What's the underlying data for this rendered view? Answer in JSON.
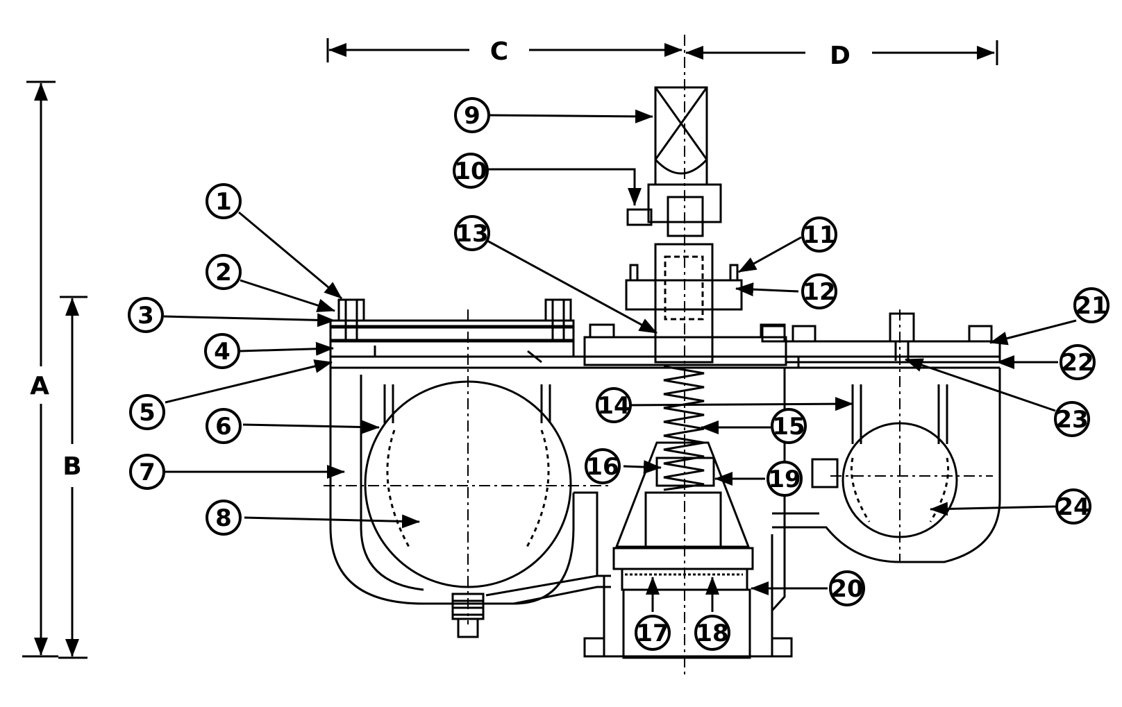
{
  "dimensions": [
    {
      "id": "A",
      "label": "A"
    },
    {
      "id": "B",
      "label": "B"
    },
    {
      "id": "C",
      "label": "C"
    },
    {
      "id": "D",
      "label": "D"
    }
  ],
  "callouts": [
    {
      "id": "c1",
      "label": "1"
    },
    {
      "id": "c2",
      "label": "2"
    },
    {
      "id": "c3",
      "label": "3"
    },
    {
      "id": "c4",
      "label": "4"
    },
    {
      "id": "c5",
      "label": "5"
    },
    {
      "id": "c6",
      "label": "6"
    },
    {
      "id": "c7",
      "label": "7"
    },
    {
      "id": "c8",
      "label": "8"
    },
    {
      "id": "c9",
      "label": "9"
    },
    {
      "id": "c10",
      "label": "10"
    },
    {
      "id": "c11",
      "label": "11"
    },
    {
      "id": "c12",
      "label": "12"
    },
    {
      "id": "c13",
      "label": "13"
    },
    {
      "id": "c14",
      "label": "14"
    },
    {
      "id": "c15",
      "label": "15"
    },
    {
      "id": "c16",
      "label": "16"
    },
    {
      "id": "c17",
      "label": "17"
    },
    {
      "id": "c18",
      "label": "18"
    },
    {
      "id": "c19",
      "label": "19"
    },
    {
      "id": "c20",
      "label": "20"
    },
    {
      "id": "c21",
      "label": "21"
    },
    {
      "id": "c22",
      "label": "22"
    },
    {
      "id": "c23",
      "label": "23"
    },
    {
      "id": "c24",
      "label": "24"
    }
  ]
}
